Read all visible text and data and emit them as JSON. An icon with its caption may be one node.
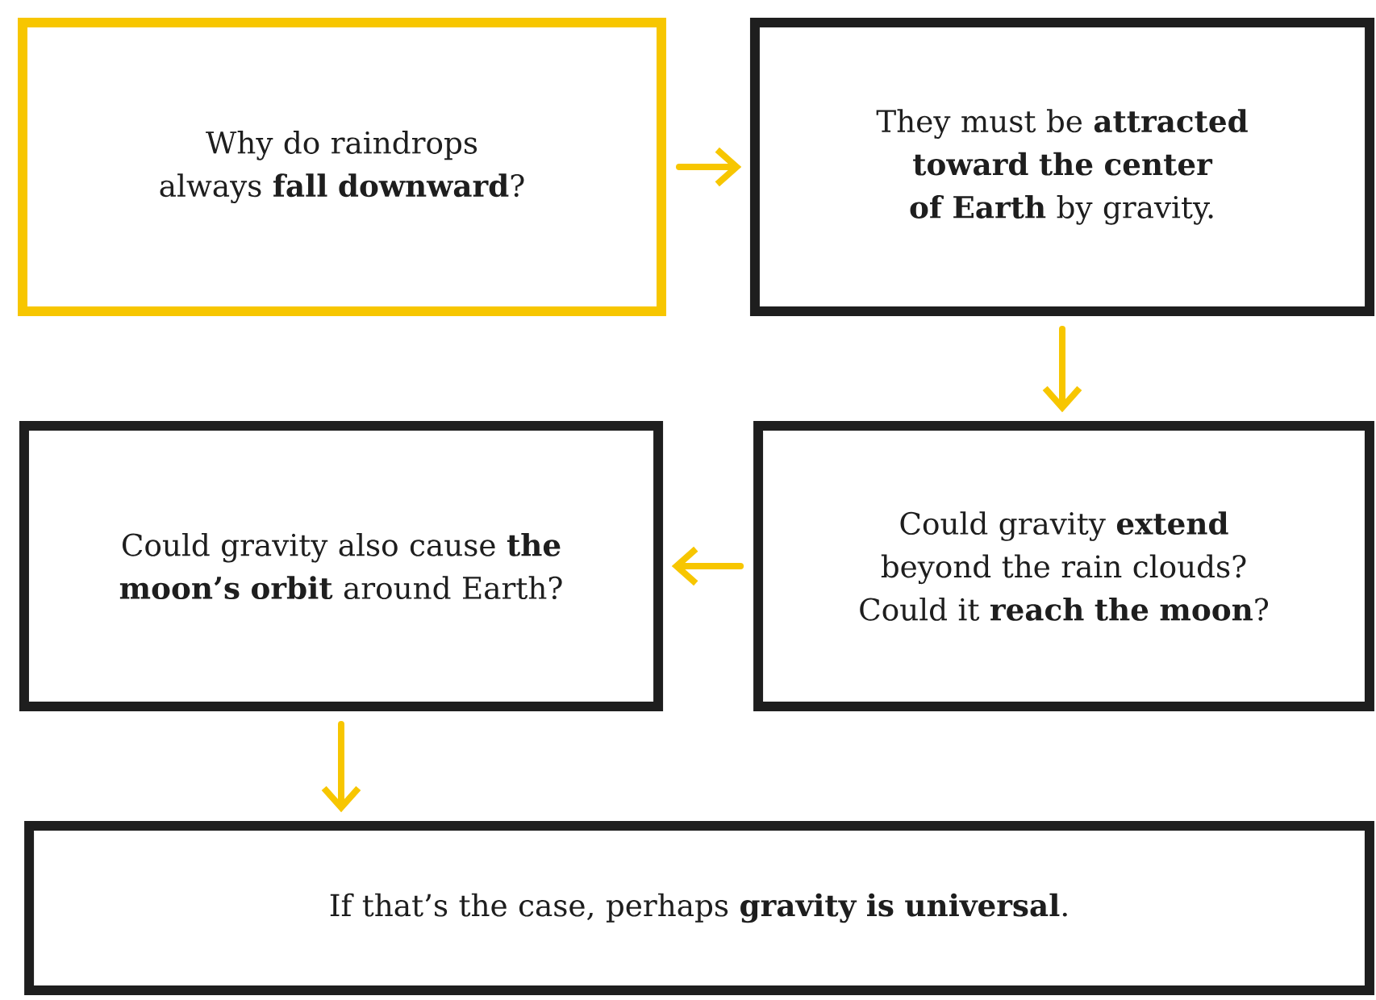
{
  "diagram": {
    "nodes": [
      {
        "text": [
          "Why do raindrops always **fall downward**?"
        ]
      },
      {
        "text": [
          "They must be **attracted toward the center of Earth** by gravity."
        ]
      },
      {
        "text": [
          "Could gravity **extend** beyond the rain clouds? Could it **reach the moon**?"
        ]
      },
      {
        "text": [
          "Could gravity also cause **the moon’s orbit** around Earth?"
        ]
      },
      {
        "text": [
          "If that’s the case, perhaps **gravity is universal**."
        ]
      }
    ],
    "edges": [
      {
        "from": 0,
        "to": 1,
        "arrow": "to"
      },
      {
        "from": 1,
        "to": 2,
        "arrow": "to"
      },
      {
        "from": 2,
        "to": 3,
        "arrow": "to"
      },
      {
        "from": 3,
        "to": 4,
        "arrow": "to"
      }
    ]
  }
}
